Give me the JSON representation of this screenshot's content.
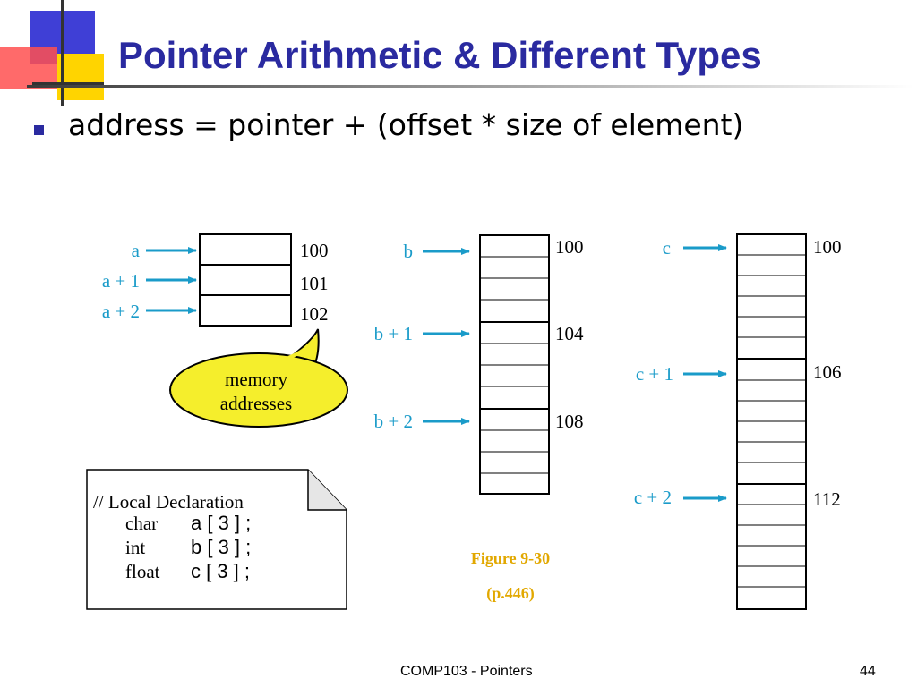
{
  "slide": {
    "title": "Pointer Arithmetic & Different Types",
    "bullet": "address = pointer + (offset * size of element)"
  },
  "colors": {
    "title": "#2a2aa0",
    "pointer_label": "#1a9bc9",
    "callout_fill": "#f5ee2c",
    "figure_caption": "#e2a800"
  },
  "diagram": {
    "array_a": {
      "pointers": [
        "a",
        "a + 1",
        "a + 2"
      ],
      "addresses": [
        "100",
        "101",
        "102"
      ]
    },
    "array_b": {
      "pointers": [
        "b",
        "b + 1",
        "b + 2"
      ],
      "addresses": [
        "100",
        "104",
        "108"
      ]
    },
    "array_c": {
      "pointers": [
        "c",
        "c + 1",
        "c + 2"
      ],
      "addresses": [
        "100",
        "106",
        "112"
      ]
    },
    "callout": {
      "line1": "memory",
      "line2": "addresses"
    },
    "declaration": {
      "comment": "// Local Declaration",
      "rows": [
        {
          "type": "char",
          "decl": "a [ 3 ] ;"
        },
        {
          "type": "int",
          "decl": "b [ 3 ] ;"
        },
        {
          "type": "float",
          "decl": "c [ 3 ] ;"
        }
      ]
    },
    "caption": {
      "line1": "Figure 9-30",
      "line2": "(p.446)"
    }
  },
  "footer": {
    "course": "COMP103 - Pointers",
    "page_number": "44"
  }
}
